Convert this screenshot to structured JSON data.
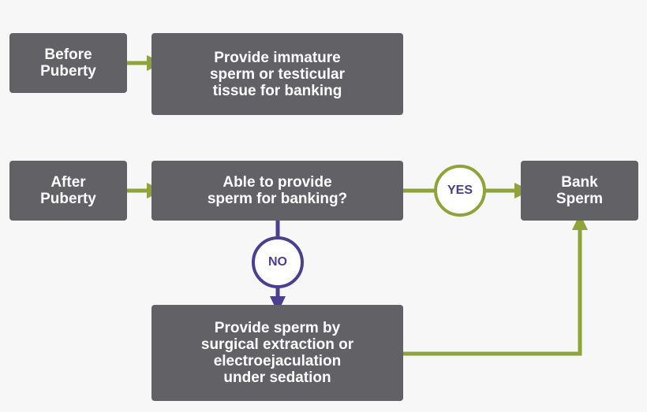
{
  "nodes": {
    "before_puberty": {
      "lines": [
        "Before",
        "Puberty"
      ]
    },
    "immature_sperm": {
      "lines": [
        "Provide immature",
        "sperm or testicular",
        "tissue for banking"
      ]
    },
    "after_puberty": {
      "lines": [
        "After",
        "Puberty"
      ]
    },
    "able_to_provide": {
      "lines": [
        "Able to provide",
        "sperm for banking?"
      ]
    },
    "bank_sperm": {
      "lines": [
        "Bank",
        "Sperm"
      ]
    },
    "surgical_extraction": {
      "lines": [
        "Provide sperm by",
        "surgical extraction or",
        "electroejaculation",
        "under sedation"
      ]
    }
  },
  "decisions": {
    "yes": "YES",
    "no": "NO"
  },
  "colors": {
    "box": "#626166",
    "green": "#8ea43a",
    "purple": "#4b3f8f",
    "background": "#f7f7f7"
  }
}
